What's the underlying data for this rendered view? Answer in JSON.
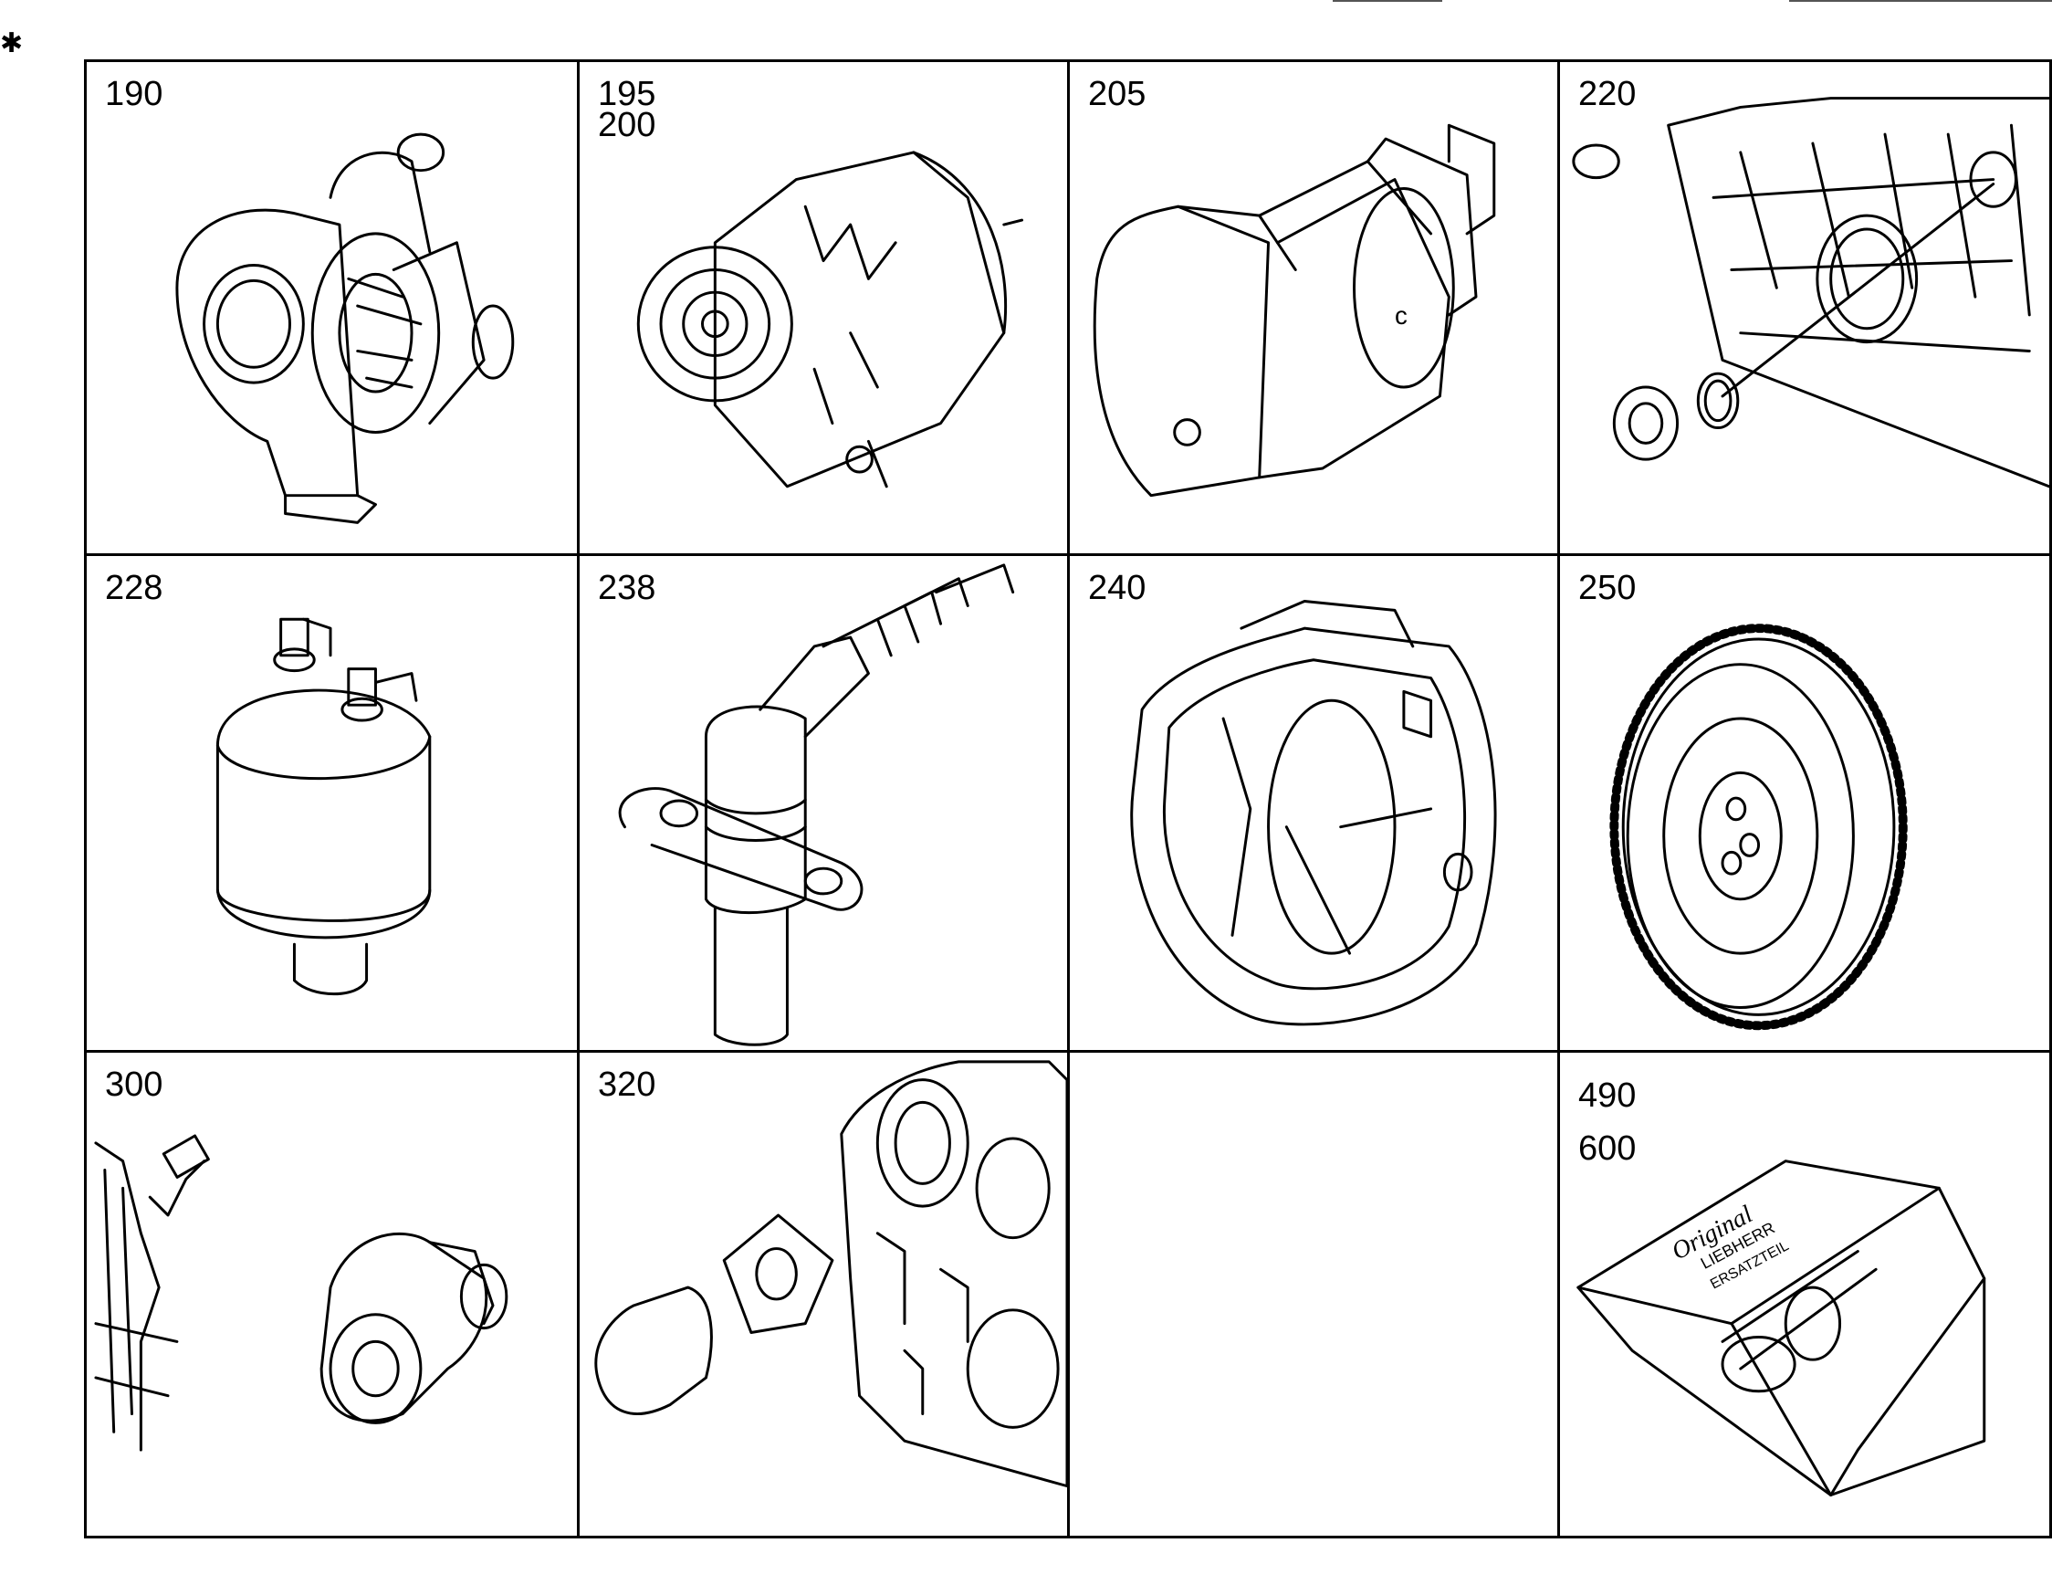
{
  "cells": [
    {
      "id": "190",
      "label": "190"
    },
    {
      "id": "195-200",
      "label": "195\n200"
    },
    {
      "id": "205",
      "label": "205"
    },
    {
      "id": "220",
      "label": "220"
    },
    {
      "id": "228",
      "label": "228"
    },
    {
      "id": "238",
      "label": "238"
    },
    {
      "id": "240",
      "label": "240"
    },
    {
      "id": "250",
      "label": "250"
    },
    {
      "id": "300",
      "label": "300"
    },
    {
      "id": "320",
      "label": "320"
    },
    {
      "id": "empty",
      "label": ""
    },
    {
      "id": "490-600",
      "label": "490\n600"
    }
  ],
  "box_print": {
    "line1": "Original",
    "line2": "LIEBHERR",
    "line3": "ERSATZTEIL"
  }
}
